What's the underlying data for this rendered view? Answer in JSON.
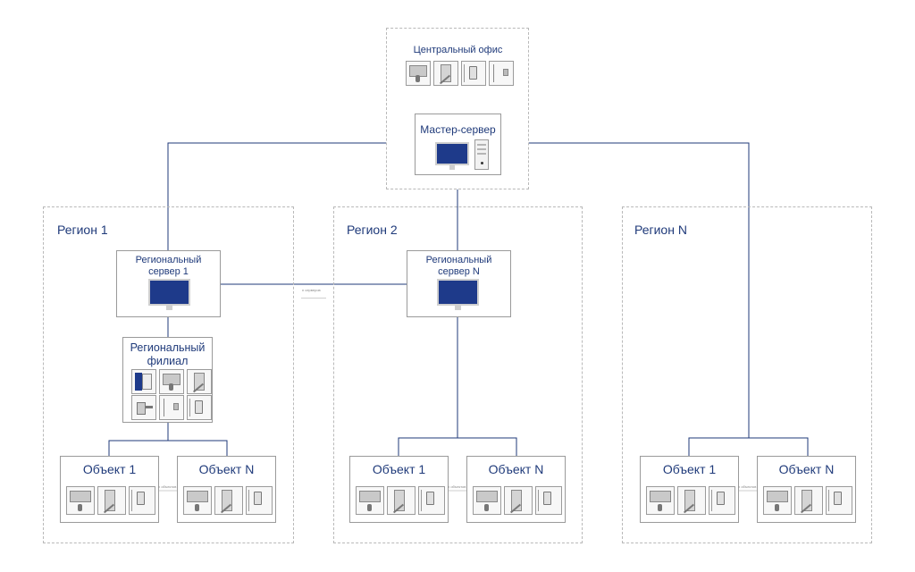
{
  "central_office": {
    "title": "Центральный офис"
  },
  "master_server": {
    "title": "Мастер-сервер"
  },
  "regions": [
    {
      "title": "Регион 1"
    },
    {
      "title": "Регион 2"
    },
    {
      "title": "Регион N"
    }
  ],
  "regional_servers": [
    {
      "title_line1": "Региональный",
      "title_line2": "сервер 1"
    },
    {
      "title_line1": "Региональный",
      "title_line2": "сервер N"
    }
  ],
  "regional_branch": {
    "title_line1": "Региональный",
    "title_line2": "филиал"
  },
  "objects": {
    "first": "Объект 1",
    "last": "Объект N"
  },
  "notes": {
    "servers": "n серверов",
    "objects": "n объектов"
  },
  "colors": {
    "line": "#1f3a7a",
    "text": "#1f3a7a",
    "screen": "#1e3a8a",
    "dashed_border": "#b9b9b9",
    "box_border": "#9a9a9a"
  },
  "icons": [
    "monitor-icon",
    "door-turnstile-icon",
    "card-reader-icon",
    "control-panel-icon",
    "server-tower-icon",
    "lock-icon"
  ]
}
